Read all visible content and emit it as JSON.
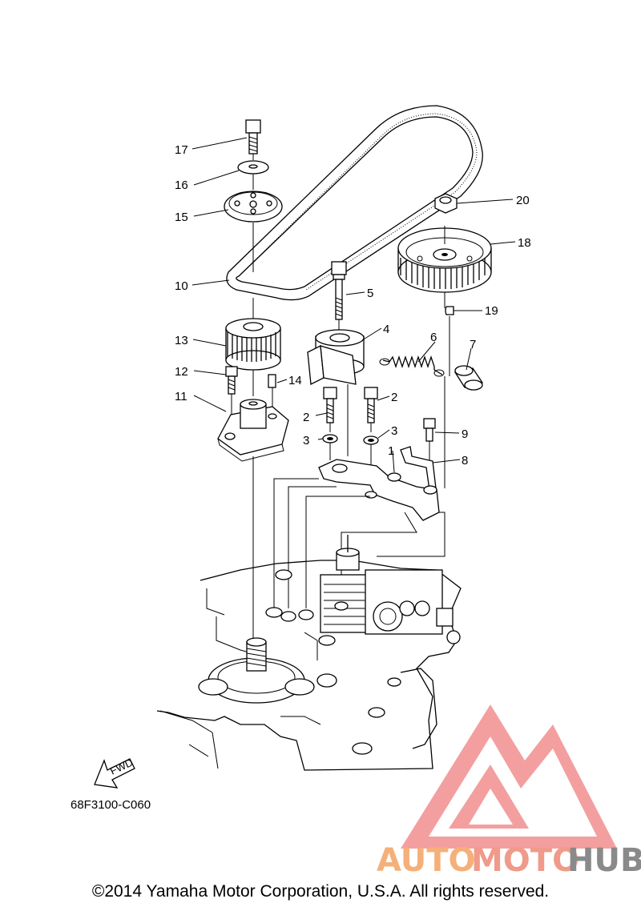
{
  "callouts": [
    "17",
    "16",
    "15",
    "10",
    "13",
    "12",
    "11",
    "5",
    "4",
    "6",
    "7",
    "2",
    "2",
    "3",
    "3",
    "1",
    "9",
    "8",
    "14",
    "18",
    "19",
    "20"
  ],
  "diagram_code": "68F3100-C060",
  "fwd_label": "FWD",
  "copyright": "©2014 Yamaha Motor Corporation, U.S.A. All rights reserved.",
  "watermark": {
    "word_auto": "AUTO",
    "word_moto": "MOTO",
    "word_hub": "HUB",
    "color_auto": "#f5b07a",
    "color_moto": "#f09a8a",
    "color_hub": "#8a8a8a",
    "logo_color": "#f08080"
  }
}
